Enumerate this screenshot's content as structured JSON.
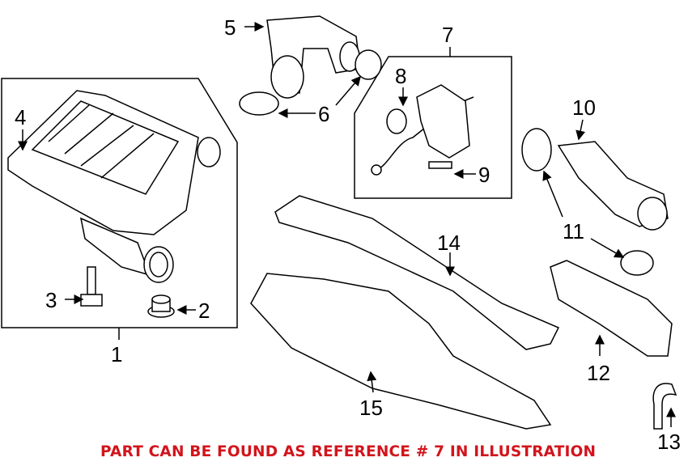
{
  "callouts": {
    "c1": "1",
    "c2": "2",
    "c3": "3",
    "c4": "4",
    "c5": "5",
    "c6": "6",
    "c7": "7",
    "c8": "8",
    "c9": "9",
    "c10": "10",
    "c11": "11",
    "c12": "12",
    "c13": "13",
    "c14": "14",
    "c15": "15"
  },
  "note": {
    "text": "PART CAN BE FOUND AS REFERENCE # 7 IN ILLUSTRATION",
    "color": "#d2141c"
  }
}
